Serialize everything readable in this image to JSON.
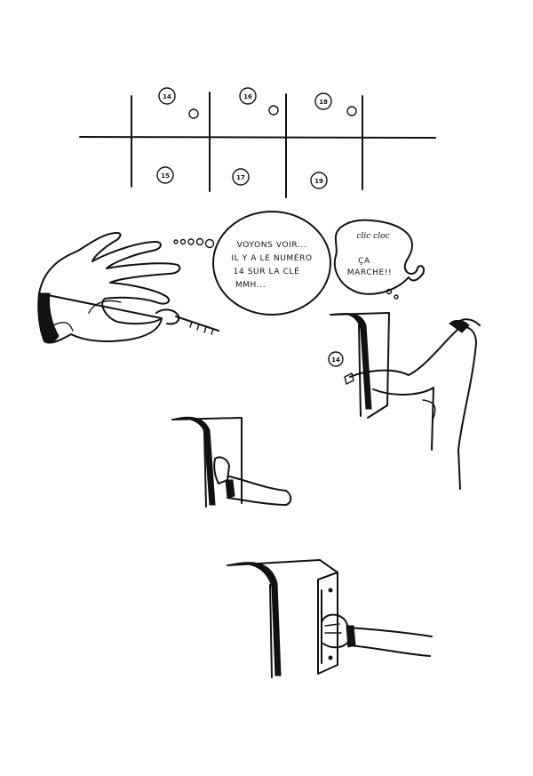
{
  "mailboxes": {
    "top_numbers": [
      "14",
      "16",
      "18"
    ],
    "bottom_numbers": [
      "15",
      "17",
      "19"
    ]
  },
  "thought_bubble": {
    "lines": [
      "VOYONS VOIR...",
      "IL Y A LE NUMÉRO",
      "14 SUR LA CLÉ",
      "MMH..."
    ]
  },
  "sound_bubble": {
    "sound": "clic cloc",
    "speech": [
      "ÇA",
      "MARCHE!!"
    ]
  },
  "door_label": "14",
  "colors": {
    "ink": "#111111",
    "paper": "#ffffff"
  }
}
